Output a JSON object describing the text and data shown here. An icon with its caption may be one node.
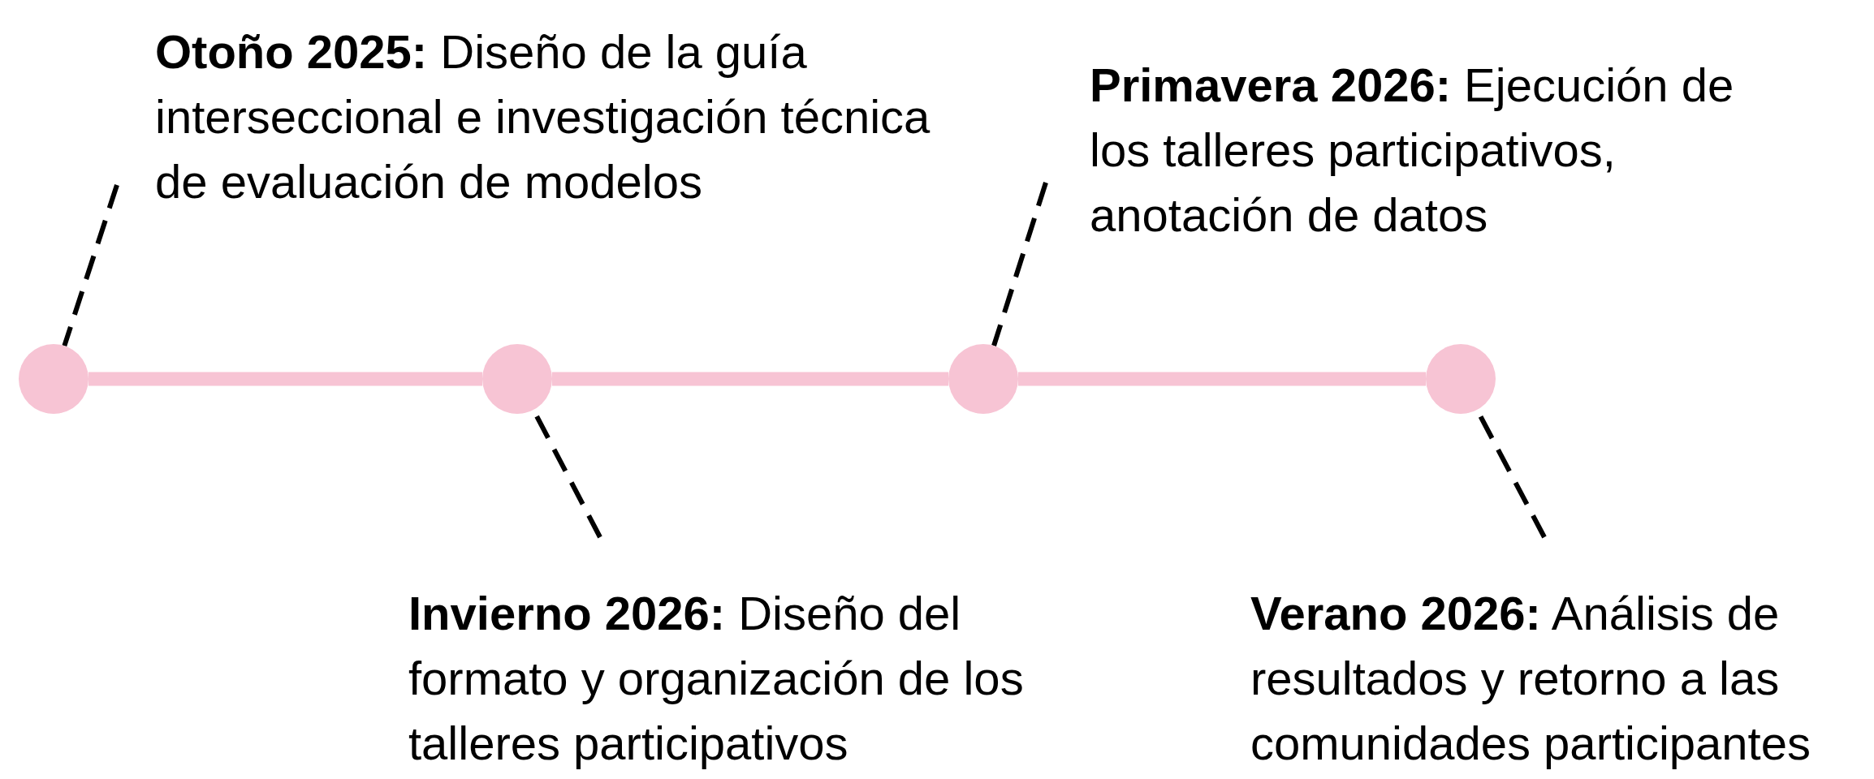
{
  "diagram": {
    "nodes": [
      {
        "text": [
          "**Otoño 2025:** Diseño de la guía interseccional e investigación técnica de evaluación de modelos"
        ]
      },
      {
        "text": [
          "**Primavera 2026:** Ejecución de los talleres participativos, anotación de datos"
        ]
      },
      {
        "text": [
          "**Invierno 2026:** Diseño del formato y organización de los talleres participativos"
        ]
      },
      {
        "text": [
          "**Verano 2026:** Análisis de resultados y retorno a las comunidades participantes"
        ]
      },
      {
        "text": [],
        "shape": "circle"
      },
      {
        "text": [],
        "shape": "circle"
      },
      {
        "text": [],
        "shape": "circle"
      },
      {
        "text": [],
        "shape": "circle"
      }
    ],
    "edges": [
      {
        "from": 0,
        "to": 4,
        "arrow": "none",
        "style": "dashed"
      },
      {
        "from": 1,
        "to": 6,
        "arrow": "none",
        "style": "dashed"
      },
      {
        "from": 2,
        "to": 5,
        "arrow": "none",
        "style": "dashed"
      },
      {
        "from": 3,
        "to": 7,
        "arrow": "none",
        "style": "dashed"
      },
      {
        "from": 4,
        "to": 5,
        "arrow": "none",
        "style": "thick",
        "color": "#f7c4d4"
      },
      {
        "from": 5,
        "to": 6,
        "arrow": "none",
        "style": "thick",
        "color": "#f7c4d4"
      },
      {
        "from": 6,
        "to": 7,
        "arrow": "none",
        "style": "thick",
        "color": "#f7c4d4"
      }
    ]
  }
}
